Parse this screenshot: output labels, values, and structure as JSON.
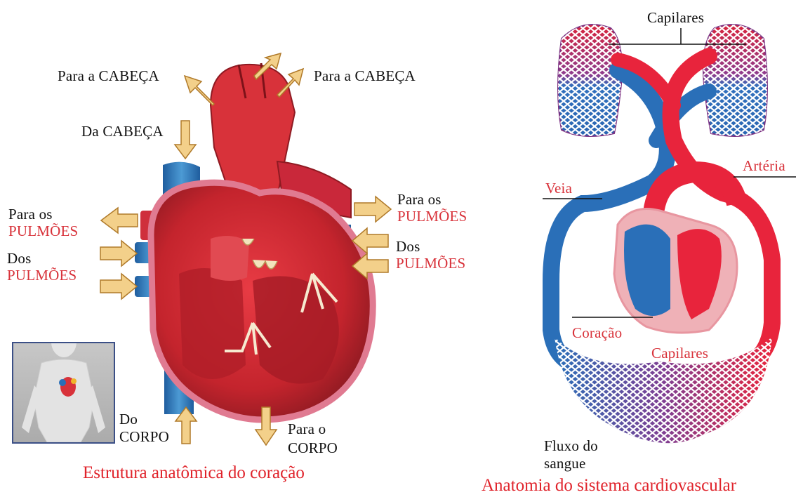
{
  "heart_diagram": {
    "labels": {
      "to_head_left": "Para a CABEÇA",
      "to_head_right": "Para a CABEÇA",
      "from_head": "Da CABEÇA",
      "to_lungs_left_1": "Para os",
      "to_lungs_left_2": "PULMÕES",
      "from_lungs_left_1": "Dos",
      "from_lungs_left_2": "PULMÕES",
      "to_lungs_right_1": "Para os",
      "to_lungs_right_2": "PULMÕES",
      "from_lungs_right_1": "Dos",
      "from_lungs_right_2": "PULMÕES",
      "from_body_1": "Do",
      "from_body_2": "CORPO",
      "to_body_1": "Para o",
      "to_body_2": "CORPO"
    },
    "caption": "Estrutura anatômica do coração"
  },
  "circulation_diagram": {
    "labels": {
      "capillaries_top": "Capilares",
      "artery": "Artéria",
      "vein": "Veia",
      "heart": "Coração",
      "capillaries_bottom": "Capilares",
      "flow_1": "Fluxo do",
      "flow_2": "sangue"
    },
    "caption": "Anatomia do sistema cardiovascular"
  },
  "colors": {
    "artery_red": "#e8243c",
    "vein_blue": "#2a6fb8",
    "caption_red": "#e0232b",
    "label_red": "#d8323a",
    "arrow_fill": "#f3d08a"
  }
}
